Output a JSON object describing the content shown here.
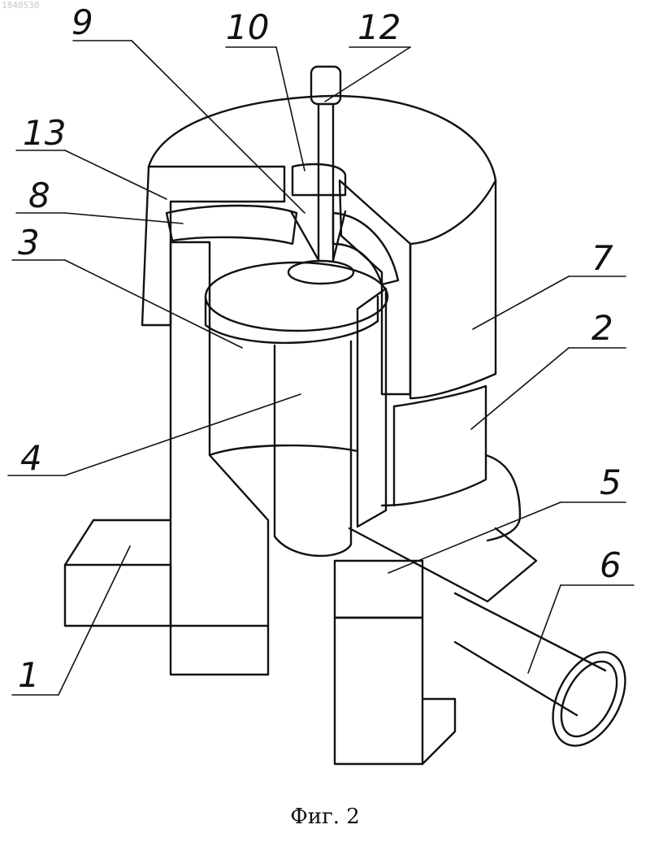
{
  "document_id": "1840530",
  "caption": "Фиг. 2",
  "labels": {
    "l1": "1",
    "l2": "2",
    "l3": "3",
    "l4": "4",
    "l5": "5",
    "l6": "6",
    "l7": "7",
    "l8": "8",
    "l9": "9",
    "l10": "10",
    "l12": "12",
    "l13": "13"
  },
  "colors": {
    "ink": "#111111",
    "paper": "#ffffff"
  }
}
